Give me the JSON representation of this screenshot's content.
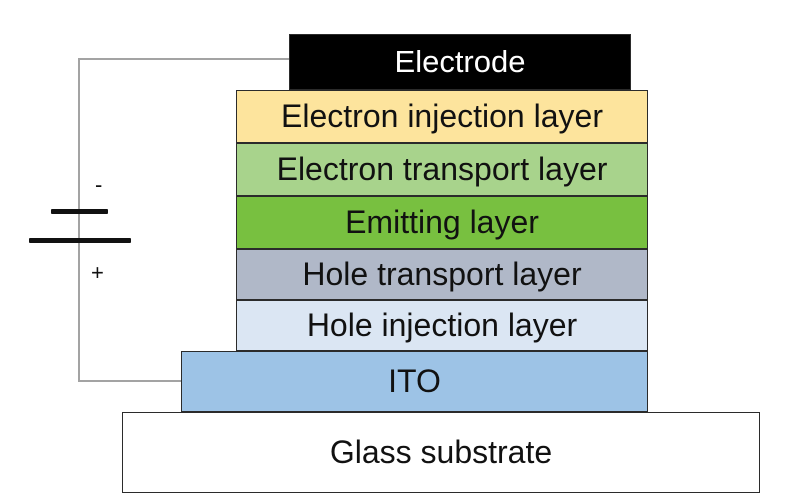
{
  "layers": {
    "electrode": {
      "label": "Electrode",
      "fill": "#000000",
      "text_color": "#ffffff"
    },
    "electron_injection": {
      "label": "Electron injection layer",
      "fill": "#fde49d"
    },
    "electron_transport": {
      "label": "Electron transport layer",
      "fill": "#a8d38c"
    },
    "emitting": {
      "label": "Emitting layer",
      "fill": "#78c040"
    },
    "hole_transport": {
      "label": "Hole transport layer",
      "fill": "#b0b8c8"
    },
    "hole_injection": {
      "label": "Hole injection layer",
      "fill": "#dbe6f3"
    },
    "ito": {
      "label": "ITO",
      "fill": "#9dc3e6"
    },
    "glass": {
      "label": "Glass substrate",
      "fill": "#ffffff"
    }
  },
  "battery": {
    "negative_sign": "-",
    "positive_sign": "+"
  }
}
